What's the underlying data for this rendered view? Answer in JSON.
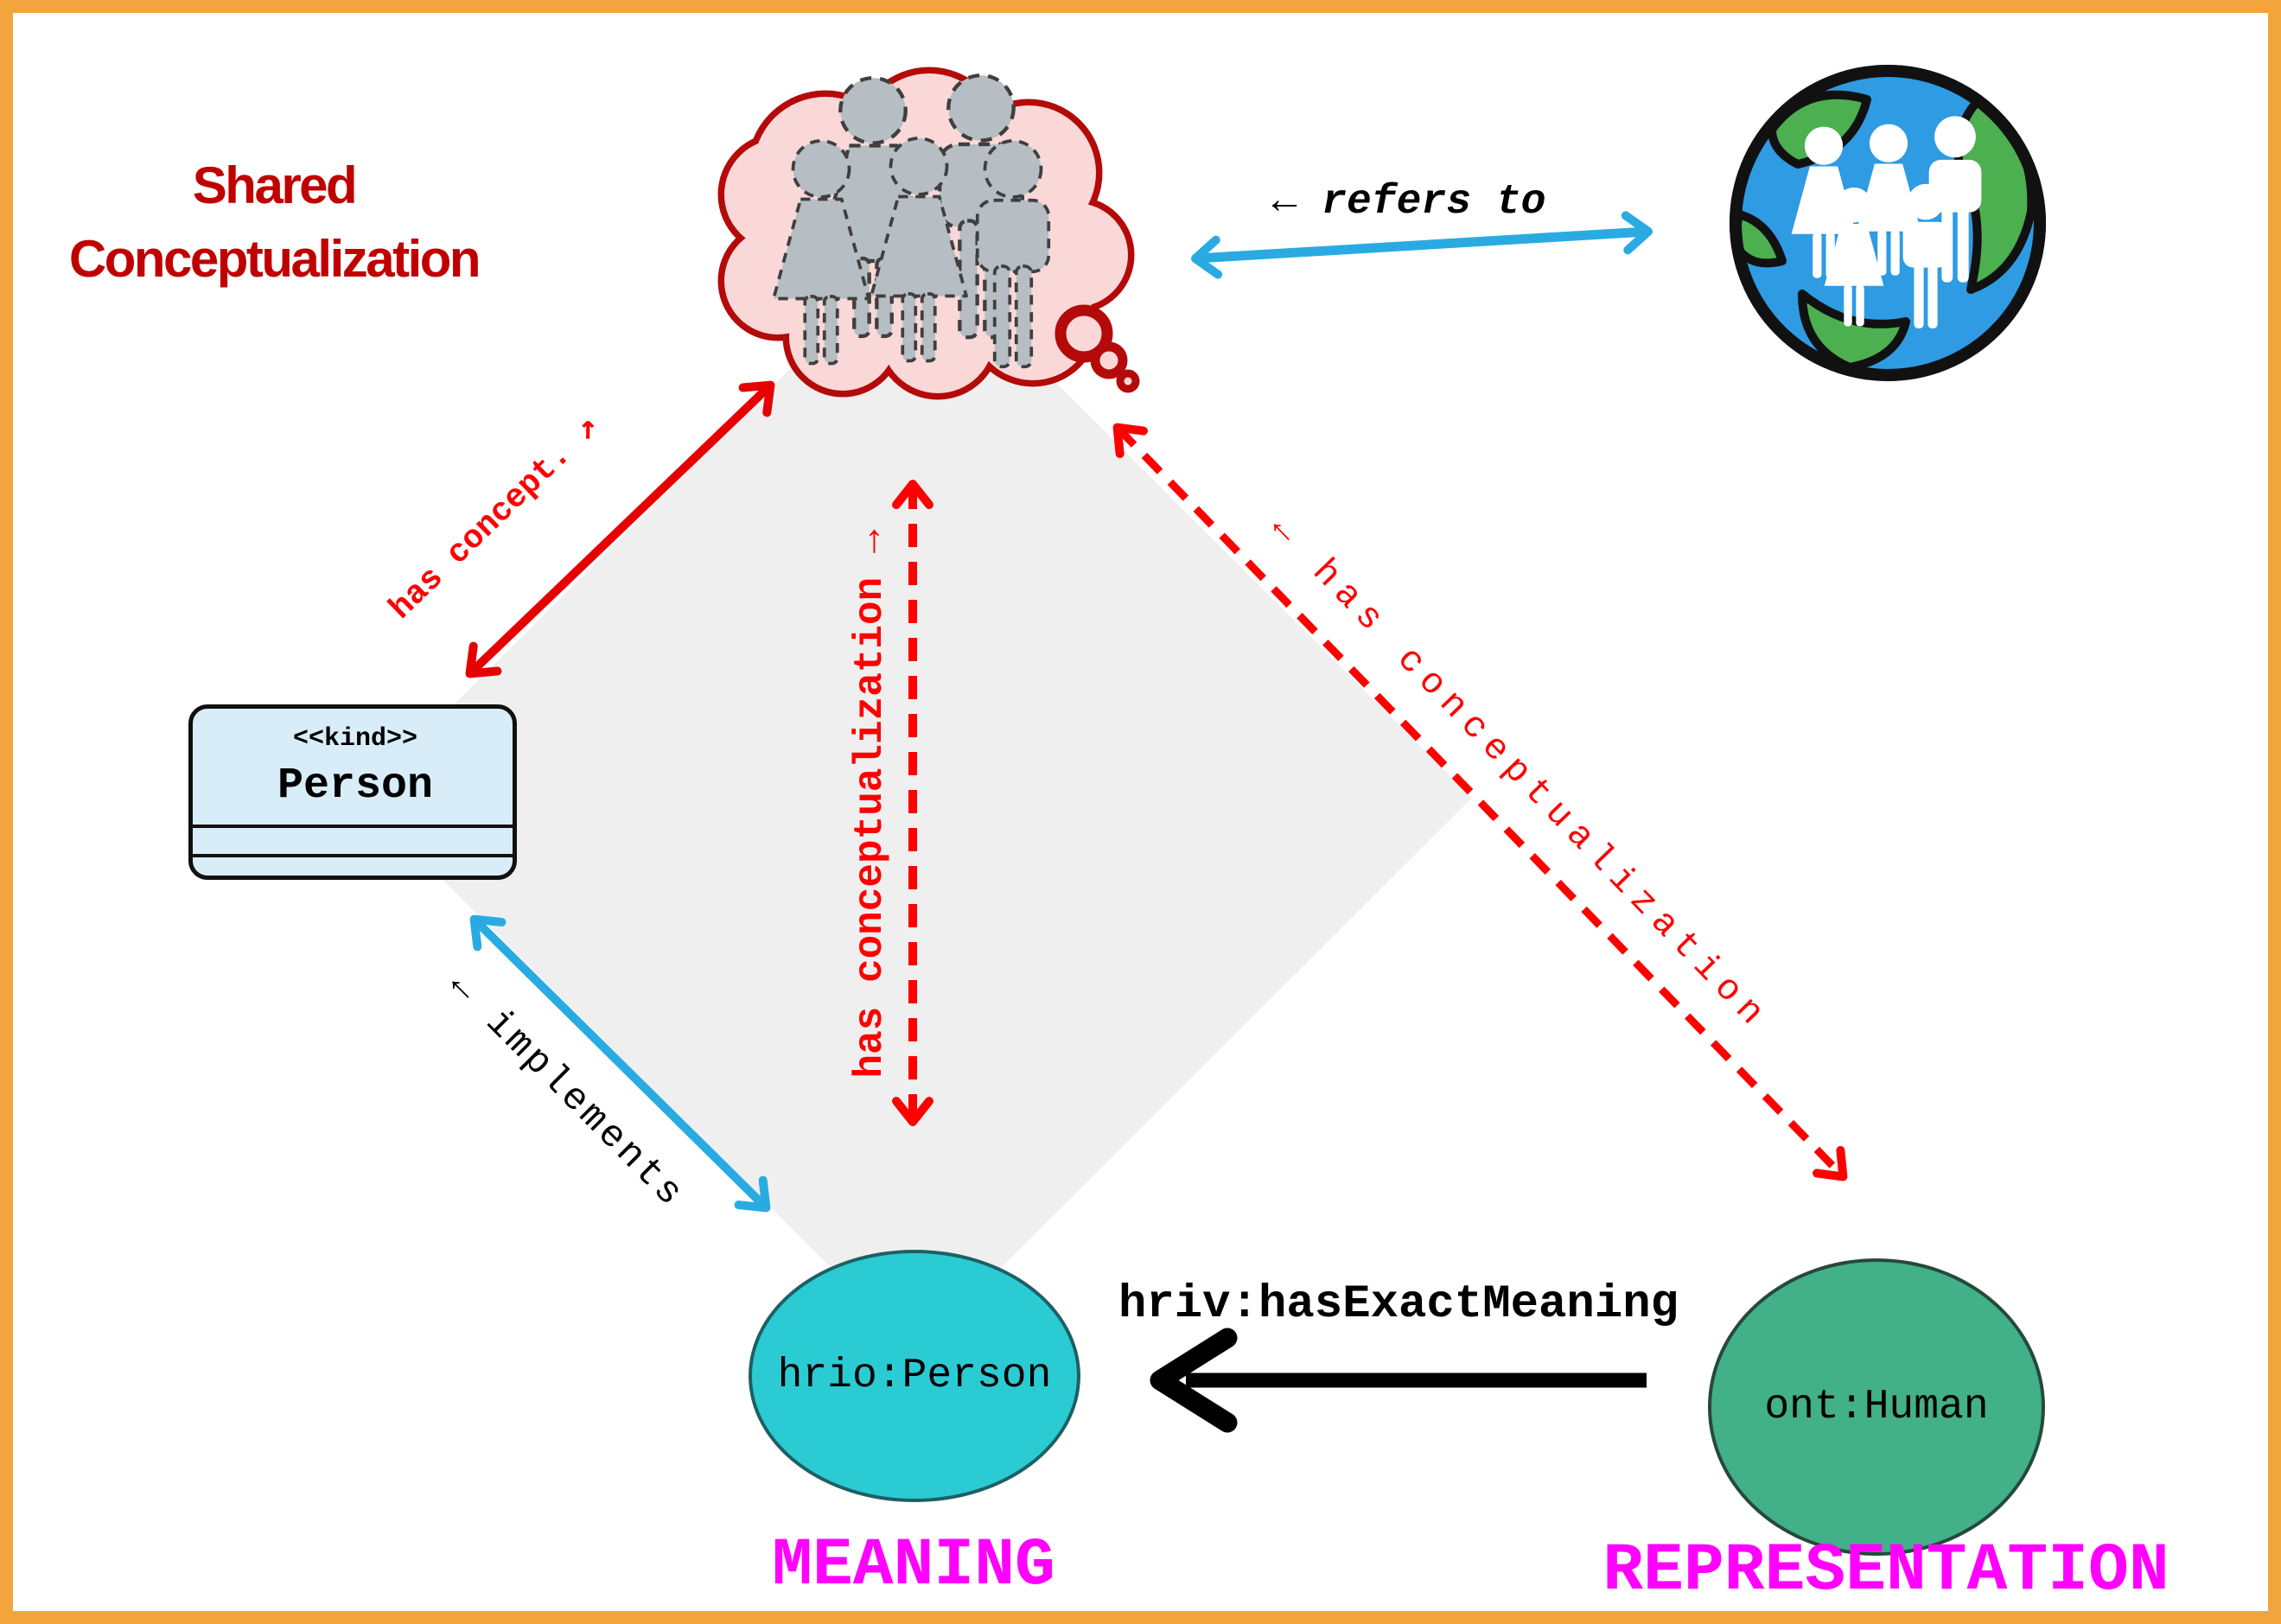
{
  "diagram": {
    "title": {
      "line1": "Shared",
      "line2": "Conceptualization"
    },
    "thought_cloud": {
      "icon": "thought-bubble-icon",
      "content_icon": "people-group-icon"
    },
    "world": {
      "icon": "globe-icon",
      "content_icon": "globe-people-icon"
    },
    "uml_class": {
      "stereotype": "<<kind>>",
      "name": "Person"
    },
    "individuals": {
      "meaning_node": "hrio:Person",
      "representation_node": "ont:Human"
    },
    "relations": {
      "refers_to": "← refers to",
      "has_concept": "has concept. ↗",
      "has_conceptualization_vertical": "has conceptualization →",
      "has_conceptualization_diagonal": "← has conceptualization",
      "implements": "← implements",
      "has_exact_meaning": "hriv:hasExactMeaning"
    },
    "captions": {
      "meaning": "MEANING",
      "representation": "REPRESENTATION"
    },
    "colors": {
      "border": "#F2A53C",
      "title_red": "#C00000",
      "cloud_outline": "#B40A0A",
      "cloud_fill": "#FBD8D8",
      "solid_arrow_red": "#E60000",
      "dashed_arrow_red": "#FF0000",
      "arrow_blue": "#29ABE2",
      "diamond_gray": "#F0EFEF",
      "uml_fill": "#D8EDF8",
      "meaning_fill": "#2BCBD4",
      "meaning_stroke": "#1D6064",
      "representation_fill": "#42B088",
      "representation_stroke": "#254A39",
      "caption_magenta": "#FF00FF",
      "globe_ocean": "#2E9BE2",
      "globe_land": "#4CAF50"
    }
  }
}
